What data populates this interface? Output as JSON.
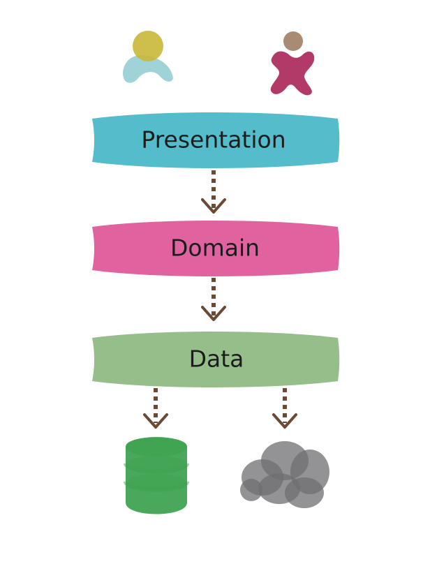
{
  "diagram": {
    "layers": [
      {
        "id": "presentation",
        "label": "Presentation",
        "color": "#55bccb"
      },
      {
        "id": "domain",
        "label": "Domain",
        "color": "#e0639f"
      },
      {
        "id": "data",
        "label": "Data",
        "color": "#96be8a"
      }
    ],
    "arrow_color": "#6b4a35",
    "users": [
      {
        "icon": "user-icon",
        "head_color": "#c9b83a",
        "body_color": "#8fcbd1"
      },
      {
        "icon": "user-icon",
        "head_color": "#a98a72",
        "body_color": "#b23a68"
      }
    ],
    "stores": [
      {
        "icon": "database-icon",
        "color": "#3fa352"
      },
      {
        "icon": "cloud-icon",
        "color": "#6f6f72"
      }
    ]
  }
}
